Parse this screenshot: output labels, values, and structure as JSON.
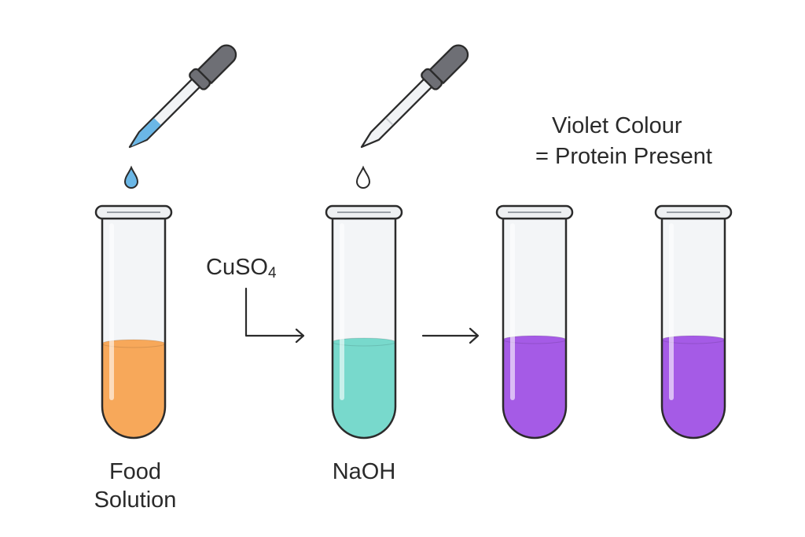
{
  "labels": {
    "food_line1": "Food",
    "food_line2": "Solution",
    "cuso4_main": "CuSO",
    "cuso4_sub": "4",
    "naoh": "NaOH",
    "result_line1": "Violet Colour",
    "result_line2": "= Protein Present"
  },
  "colors": {
    "food_solution": "#f7a85a",
    "naoh_mixture": "#78d9cc",
    "violet": "#a55be6",
    "cuso4_drop": "#6bb7e6",
    "naoh_drop": "#ffffff",
    "dropper_bulb": "#6e6f75",
    "outline": "#2b2b2b"
  },
  "tubes": [
    {
      "name": "food-solution-tube",
      "liquid": "food_solution"
    },
    {
      "name": "naoh-tube",
      "liquid": "naoh_mixture"
    },
    {
      "name": "violet-tube-1",
      "liquid": "violet"
    },
    {
      "name": "violet-tube-2",
      "liquid": "violet"
    }
  ],
  "droppers": [
    {
      "name": "cuso4-dropper",
      "liquid": "cuso4_drop"
    },
    {
      "name": "naoh-dropper",
      "liquid": "naoh_drop"
    }
  ]
}
